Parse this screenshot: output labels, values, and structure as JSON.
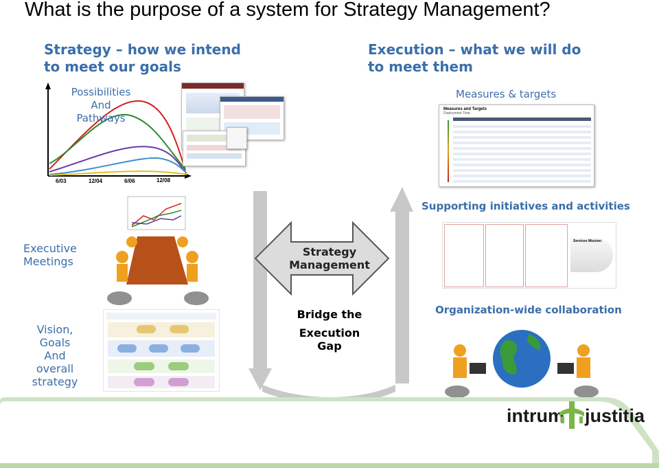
{
  "slide": {
    "title": "What is the purpose of a system for Strategy Management?"
  },
  "strategy": {
    "heading": "Strategy – how we intend to meet our goals",
    "heading_line1": "Strategy – how we intend",
    "heading_line2": "to meet our goals",
    "possibilities": [
      "Possibilities",
      "And",
      "Pathways"
    ],
    "ticks": [
      "6/03",
      "12/04",
      "6/06",
      "12/08"
    ]
  },
  "execution": {
    "heading_line1": "Execution – what we will do",
    "heading_line2": "to meet them",
    "measures_label": "Measures & targets",
    "measures_table_title": "Measures and Targets",
    "measures_table_subtitle": "Deployment Time"
  },
  "middle": {
    "supporting_label": "Supporting initiatives and activities",
    "executive_meetings": [
      "Executive",
      "Meetings"
    ],
    "strategy_management": [
      "Strategy",
      "Management"
    ],
    "bridge": "Bridge the",
    "execution_gap": [
      "Execution",
      "Gap"
    ],
    "org_collab": "Organization-wide collaboration",
    "vision": [
      "Vision,",
      "Goals",
      "And",
      "overall",
      "strategy"
    ],
    "services_mission": "Services Mission:"
  },
  "logo": {
    "left": "intrum",
    "right": "justitia"
  },
  "colors": {
    "heading_blue": "#3a6eaa",
    "logo_green": "#7ab648",
    "arrow_gray": "#c8c8c8"
  }
}
